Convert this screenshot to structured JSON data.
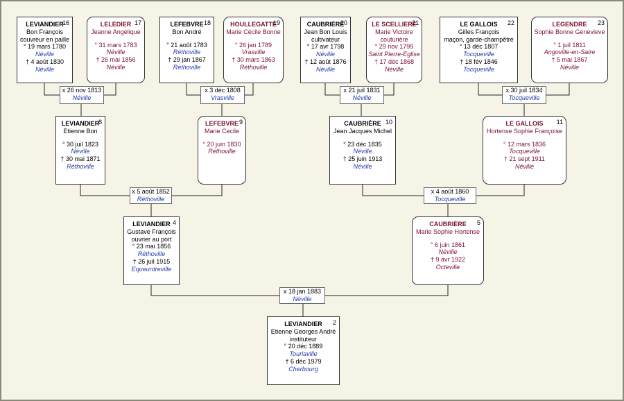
{
  "persons": [
    {
      "num": "16",
      "sex": "male",
      "surname": "LEVIANDIER",
      "given": "Bon François",
      "occupation": "couvreur en paille",
      "birth": "° 19 mars 1780",
      "birth_place": "Néville",
      "death": "† 4 août 1830",
      "death_place": "Néville"
    },
    {
      "num": "17",
      "sex": "female",
      "surname": "LELEDIER",
      "given": "Jeanne Angelique",
      "occupation": "",
      "birth": "° 31 mars 1783",
      "birth_place": "Néville",
      "death": "† 26 mai 1856",
      "death_place": "Néville"
    },
    {
      "num": "18",
      "sex": "male",
      "surname": "LEFEBVRE",
      "given": "Bon André",
      "occupation": "",
      "birth": "° 21 août 1783",
      "birth_place": "Réthoville",
      "death": "† 29 jan 1867",
      "death_place": "Réthoville"
    },
    {
      "num": "19",
      "sex": "female",
      "surname": "HOULLEGATTE",
      "given": "Marie Cécile Bonne",
      "occupation": "",
      "birth": "° 26 jan 1789",
      "birth_place": "Vrasville",
      "death": "† 30 mars 1863",
      "death_place": "Réthoville"
    },
    {
      "num": "20",
      "sex": "male",
      "surname": "CAUBRIÈRE",
      "given": "Jean Bon Louis",
      "occupation": "cultivateur",
      "birth": "° 17 avr 1798",
      "birth_place": "Néville",
      "death": "† 12 août 1876",
      "death_place": "Néville"
    },
    {
      "num": "21",
      "sex": "female",
      "surname": "LE SCELLIERE",
      "given": "Marie Victoire",
      "occupation": "couturière",
      "birth": "° 29 nov 1799",
      "birth_place": "Saint Pierre-Eglise",
      "death": "† 17 déc 1868",
      "death_place": "Néville"
    },
    {
      "num": "22",
      "sex": "male",
      "surname": "LE GALLOIS",
      "given": "Gilles François",
      "occupation": "maçon, garde-champêtre",
      "birth": "° 13 déc 1807",
      "birth_place": "Tocqueville",
      "death": "† 18 fév 1846",
      "death_place": "Tocqueville"
    },
    {
      "num": "23",
      "sex": "female",
      "surname": "LEGENDRE",
      "given": "Sophie Bonne Genevieve",
      "occupation": "",
      "birth": "° 1 juil 1811",
      "birth_place": "Angoville-en-Saire",
      "death": "† 5 mai 1867",
      "death_place": "Néville"
    },
    {
      "num": "8",
      "sex": "male",
      "surname": "LEVIANDIER",
      "given": "Etienne Bon",
      "occupation": "",
      "birth": "° 30 juil 1823",
      "birth_place": "Néville",
      "death": "† 30 mai 1871",
      "death_place": "Réthoville"
    },
    {
      "num": "9",
      "sex": "female",
      "surname": "LEFEBVRE",
      "given": "Marie Cecile",
      "occupation": "",
      "birth": "° 20 juin 1830",
      "birth_place": "Réthoville",
      "death": "",
      "death_place": ""
    },
    {
      "num": "10",
      "sex": "male",
      "surname": "CAUBRIÈRE",
      "given": "Jean Jacques Michel",
      "occupation": "",
      "birth": "° 23 déc 1835",
      "birth_place": "Néville",
      "death": "† 25 juin 1913",
      "death_place": "Néville"
    },
    {
      "num": "11",
      "sex": "female",
      "surname": "LE GALLOIS",
      "given": "Hortense Sophie Françoise",
      "occupation": "",
      "birth": "° 12 mars 1836",
      "birth_place": "Tocqueville",
      "death": "† 21 sept 1911",
      "death_place": "Néville"
    },
    {
      "num": "4",
      "sex": "male",
      "surname": "LEVIANDIER",
      "given": "Gustave François",
      "occupation": "ouvrier au port",
      "birth": "° 23 mai 1856",
      "birth_place": "Réthoville",
      "death": "† 26 juil 1915",
      "death_place": "Equeurdreville"
    },
    {
      "num": "5",
      "sex": "female",
      "surname": "CAUBRIÈRE",
      "given": "Marie Sophie Hortense",
      "occupation": "",
      "birth": "° 6 juin 1861",
      "birth_place": "Néville",
      "death": "† 9 avr 1922",
      "death_place": "Octeville"
    },
    {
      "num": "2",
      "sex": "male",
      "surname": "LEVIANDIER",
      "given": "Etienne Georges André",
      "occupation": "instituteur",
      "birth": "° 20 déc 1889",
      "birth_place": "Tourlaville",
      "death": "† 6 déc 1979",
      "death_place": "Cherbourg"
    }
  ],
  "marriages": [
    {
      "date": "x 26 nov 1813",
      "place": "Néville"
    },
    {
      "date": "x 3 déc 1808",
      "place": "Vrasville"
    },
    {
      "date": "x 21 juil 1831",
      "place": "Néville"
    },
    {
      "date": "x 30 juil 1834",
      "place": "Tocqueville"
    },
    {
      "date": "x 5 août 1852",
      "place": "Réthoville"
    },
    {
      "date": "x 4 août 1860",
      "place": "Tocqueville"
    },
    {
      "date": "x 18 jan 1883",
      "place": "Néville"
    }
  ],
  "colors": {
    "male_text": "#000000",
    "female_text": "#7a0f2d",
    "place_text": "#1f3aa6",
    "background": "#f6f4e6"
  }
}
